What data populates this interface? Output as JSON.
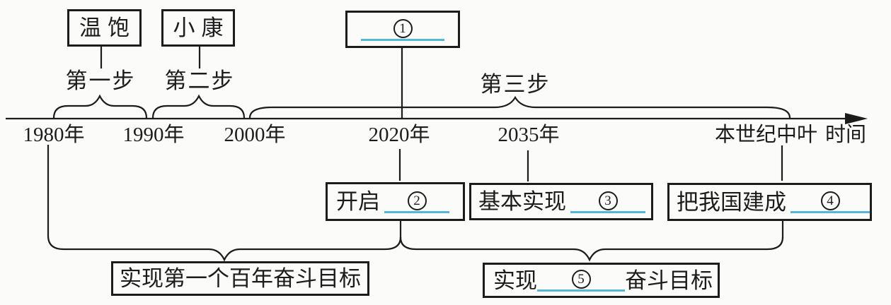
{
  "colors": {
    "ink": "#1c1c1c",
    "blank_underline": "#55b6d9",
    "background": "#fbfbfa"
  },
  "top_boxes": [
    {
      "label": "温饱"
    },
    {
      "label": "小康"
    }
  ],
  "blank_box": {
    "number": "1"
  },
  "step_labels": [
    "第一步",
    "第二步",
    "第三步"
  ],
  "timeline": {
    "year_labels": [
      "1980年",
      "1990年",
      "2000年",
      "2020年",
      "2035年"
    ],
    "end_label": "本世纪中叶",
    "axis_label": "时间"
  },
  "goal_boxes": [
    {
      "prefix": "开启",
      "number": "2"
    },
    {
      "prefix": "基本实现",
      "number": "3"
    },
    {
      "prefix": "把我国建成",
      "number": "4"
    }
  ],
  "summary_boxes": [
    {
      "text": "实现第一个百年奋斗目标"
    },
    {
      "prefix": "实现",
      "number": "5",
      "suffix": "奋斗目标"
    }
  ]
}
